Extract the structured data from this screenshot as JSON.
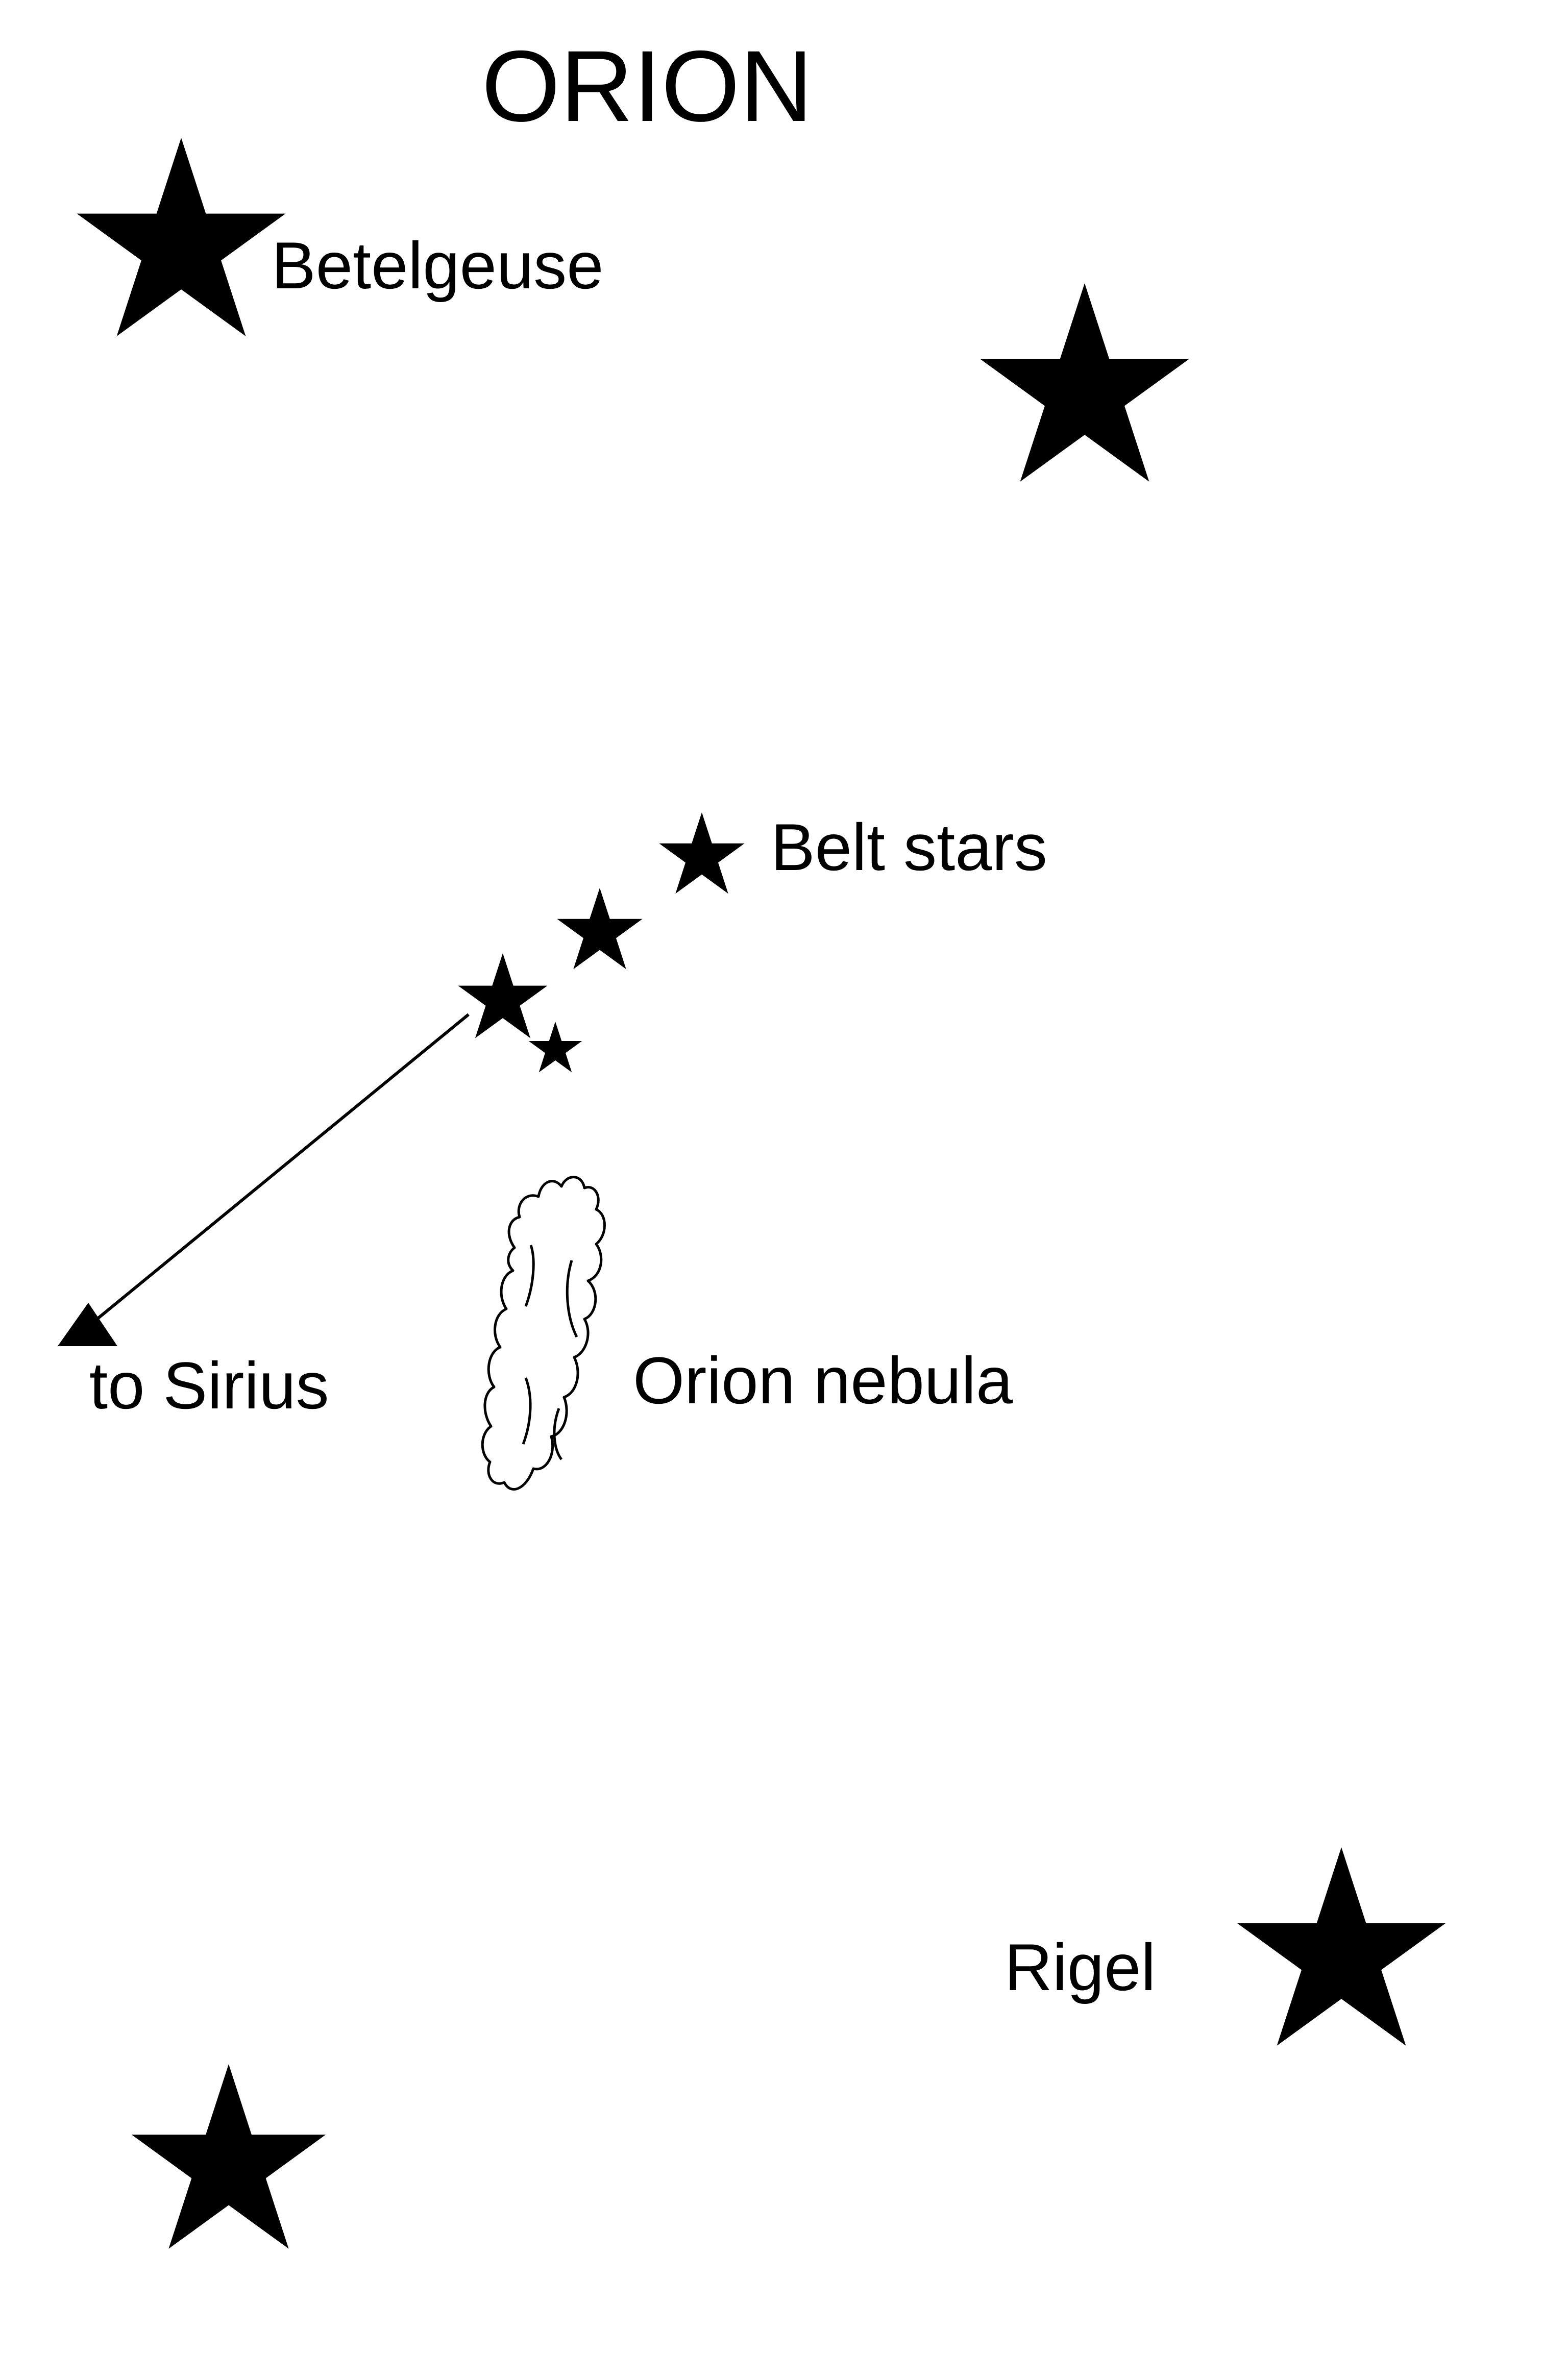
{
  "title": "ORION",
  "labels": {
    "betelgeuse": "Betelgeuse",
    "belt": "Belt stars",
    "sirius": "to Sirius",
    "nebula": "Orion nebula",
    "rigel": "Rigel"
  },
  "colors": {
    "ink": "#000000",
    "background": "#ffffff"
  },
  "icons": {
    "star": "star-icon",
    "nebula": "cloud-icon",
    "pointer": "arrowhead-icon"
  }
}
